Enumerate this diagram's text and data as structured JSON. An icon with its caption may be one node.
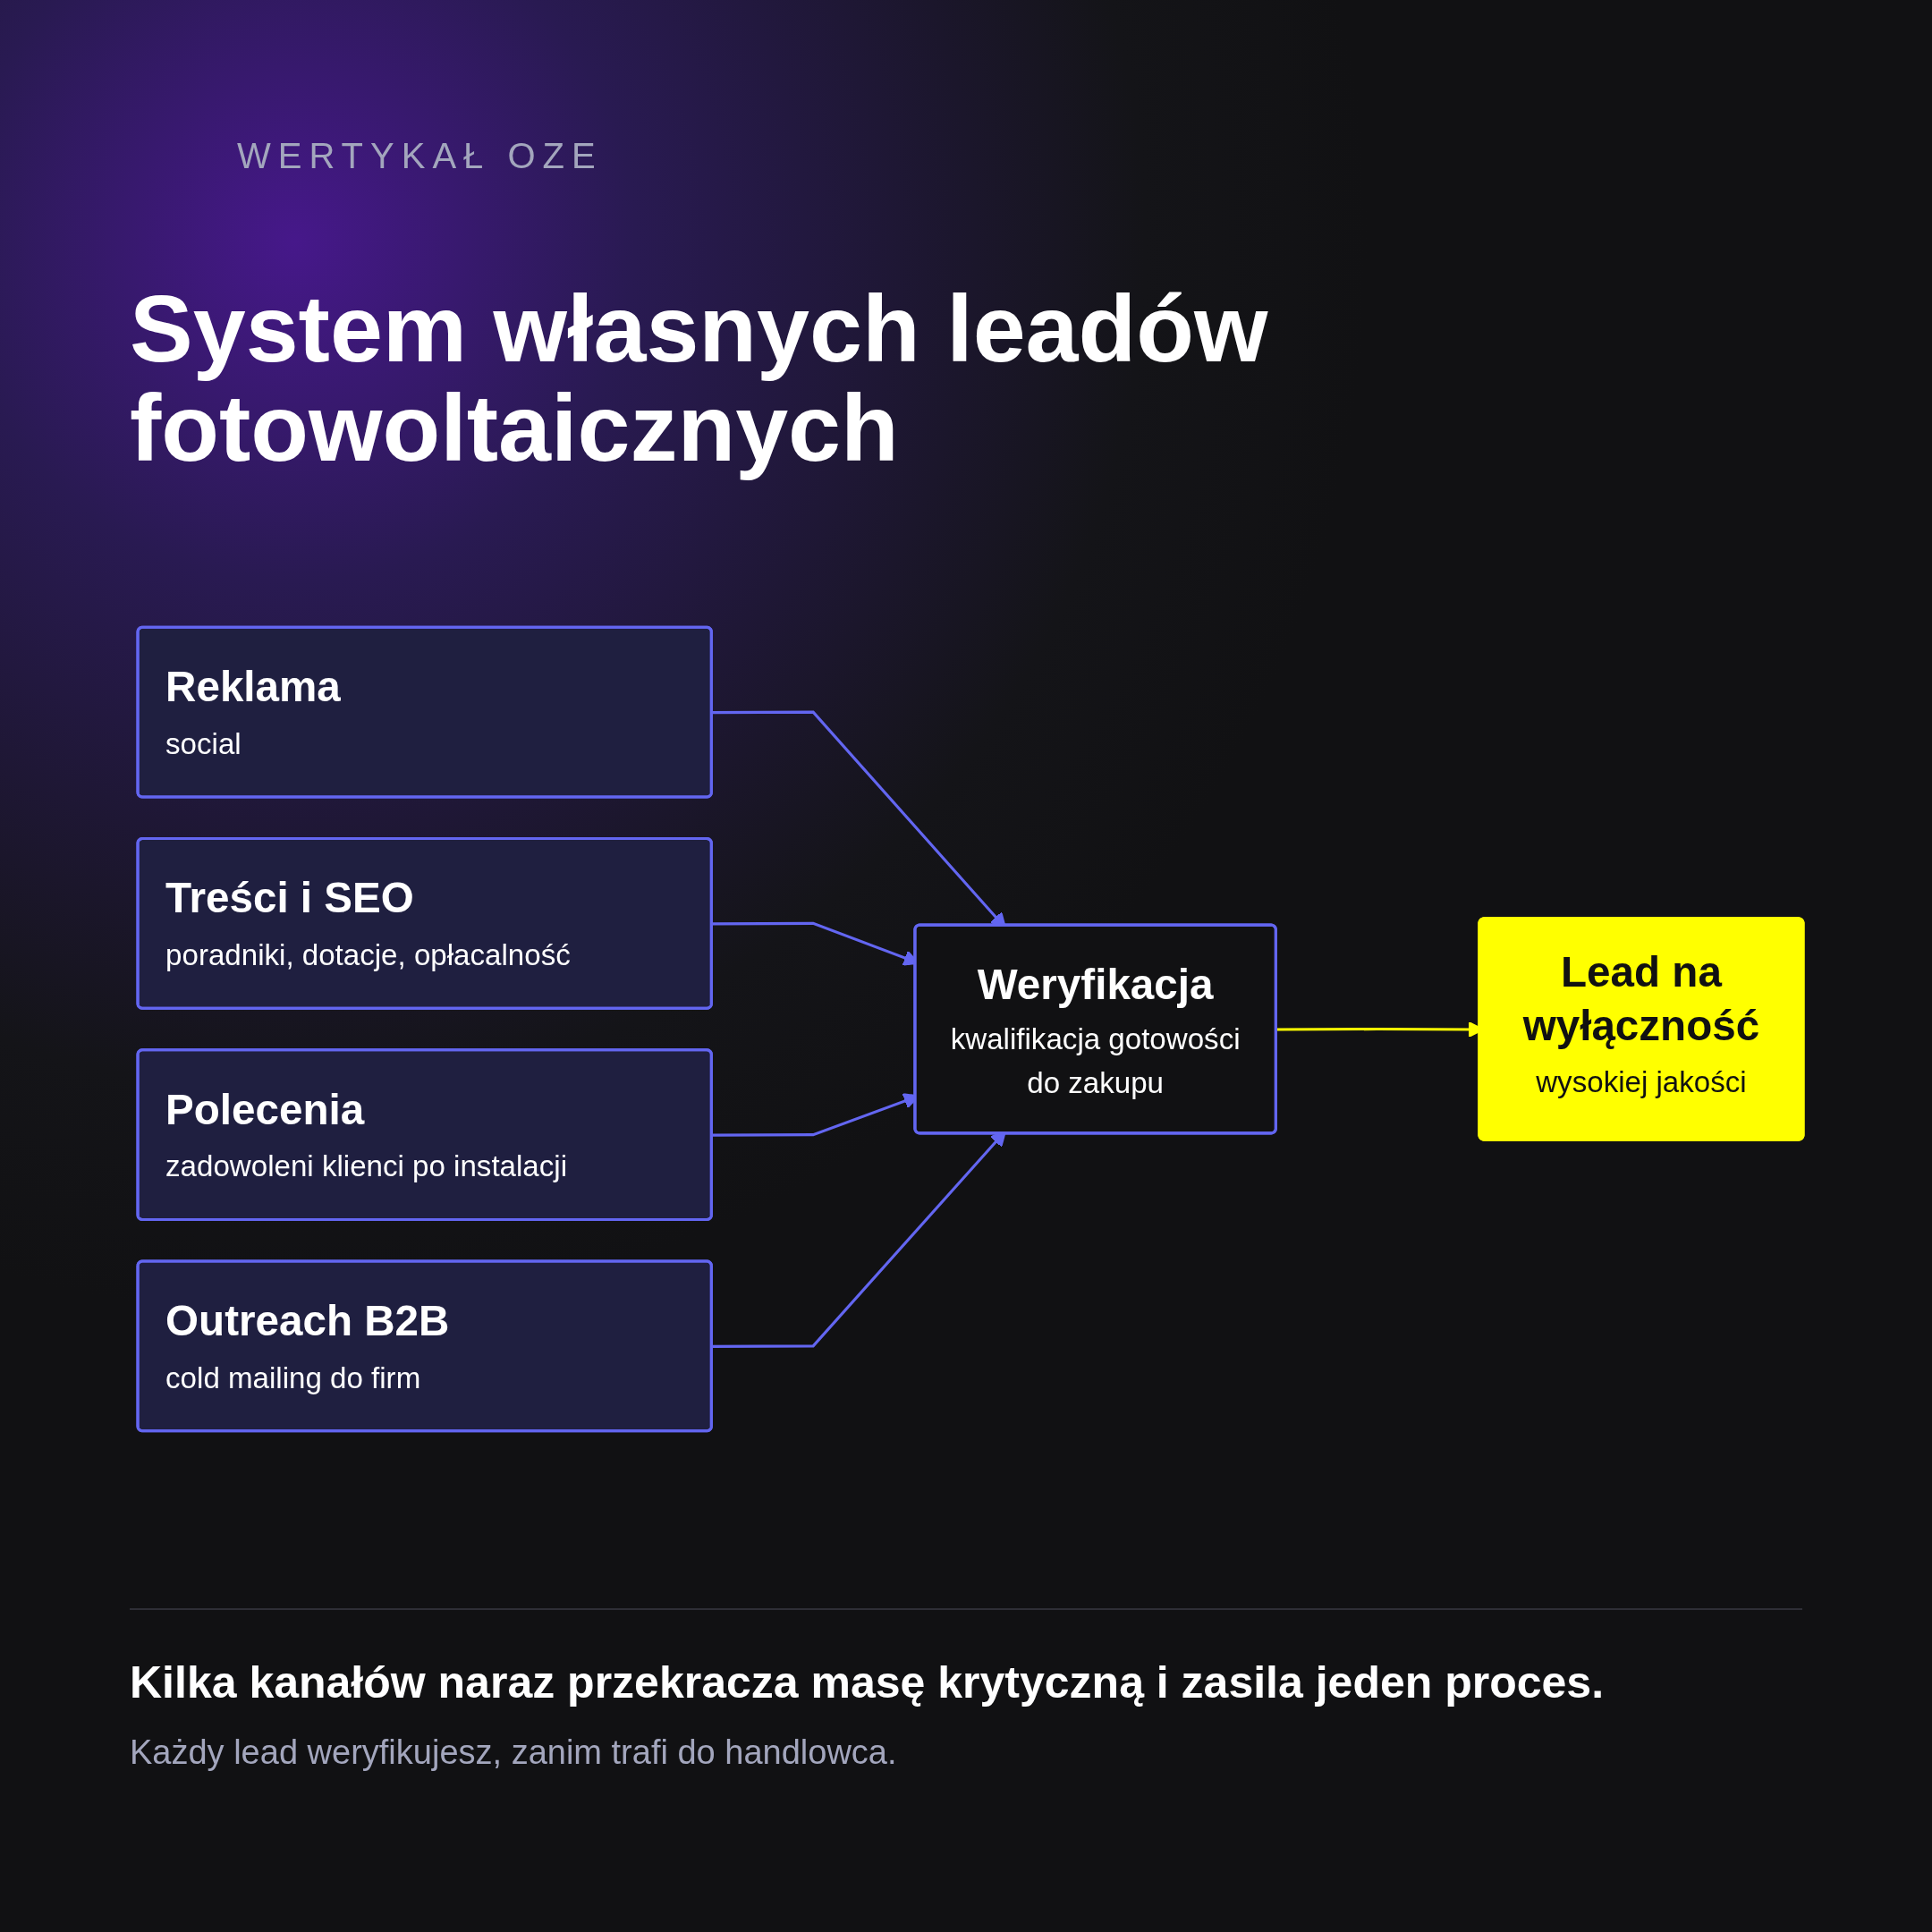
{
  "diagram": {
    "title": "System własnych leadów fotowoltaicznych",
    "caption": "Kilka kanałów naraz przekracza masę krytyczną i zasila jeden proces.",
    "nodes": [
      {
        "text": [
          "Reklama",
          "social"
        ]
      },
      {
        "text": [
          "Treści i SEO",
          "poradniki, dotacje, opłacalność"
        ]
      },
      {
        "text": [
          "Polecenia",
          "zadowoleni klienci po instalacji"
        ]
      },
      {
        "text": [
          "Outreach B2B",
          "cold mailing do firm"
        ]
      },
      {
        "text": [
          "Weryfikacja",
          "kwalifikacja gotowości do zakupu"
        ]
      },
      {
        "text": [
          "Lead na wyłączność",
          "wysokiej jakości"
        ]
      }
    ],
    "edges": [
      {
        "from": 0,
        "to": 4,
        "arrow": "to"
      },
      {
        "from": 1,
        "to": 4,
        "arrow": "to"
      },
      {
        "from": 2,
        "to": 4,
        "arrow": "to"
      },
      {
        "from": 3,
        "to": 4,
        "arrow": "to"
      },
      {
        "from": 4,
        "to": 5,
        "arrow": "to",
        "color": "#ffff00"
      }
    ],
    "labels": [
      "WERTYKAŁ OZE",
      "Każdy lead weryfikujesz, zanim trafi do handlowca."
    ]
  }
}
